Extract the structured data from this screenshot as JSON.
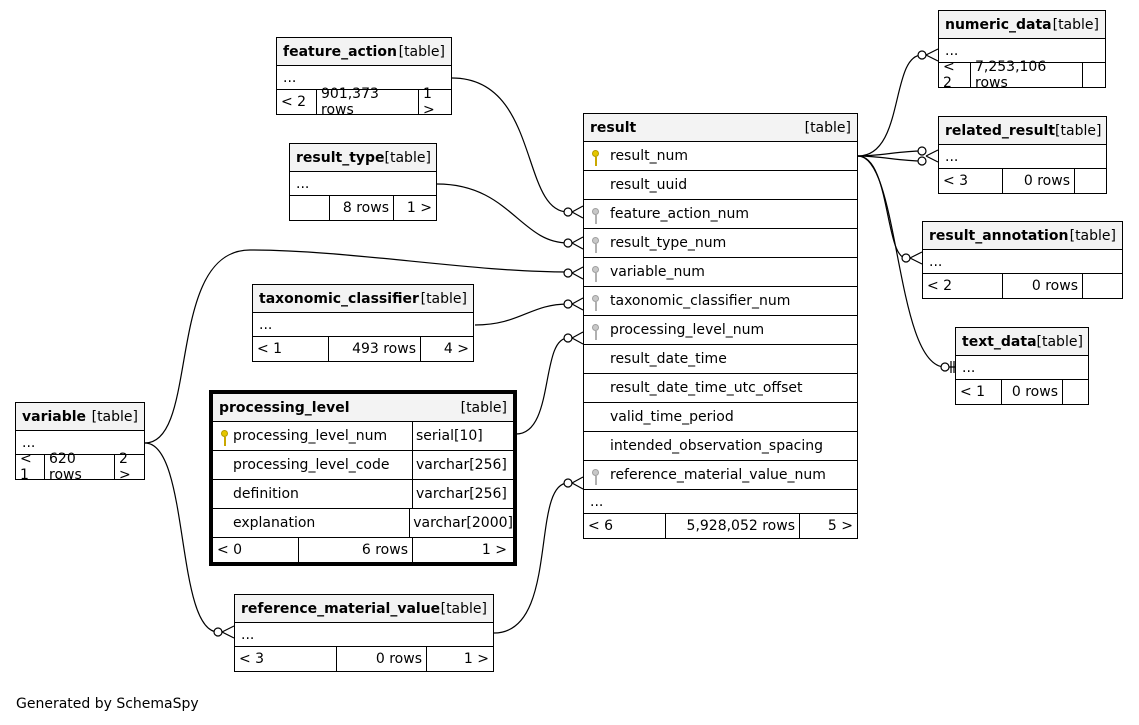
{
  "tables": {
    "feature_action": {
      "name": "feature_action",
      "kind": "[table]",
      "ellipsis": "...",
      "children": "< 2",
      "rows": "901,373 rows",
      "parents": "1 >"
    },
    "result_type": {
      "name": "result_type",
      "kind": "[table]",
      "ellipsis": "...",
      "children": "",
      "rows": "8 rows",
      "parents": "1 >"
    },
    "taxonomic_classifier": {
      "name": "taxonomic_classifier",
      "kind": "[table]",
      "ellipsis": "...",
      "children": "< 1",
      "rows": "493 rows",
      "parents": "4 >"
    },
    "variable": {
      "name": "variable",
      "kind": "[table]",
      "ellipsis": "...",
      "children": "< 1",
      "rows": "620 rows",
      "parents": "2 >"
    },
    "processing_level": {
      "name": "processing_level",
      "kind": "[table]",
      "columns": [
        {
          "name": "processing_level_num",
          "type": "serial[10]",
          "key": "pk"
        },
        {
          "name": "processing_level_code",
          "type": "varchar[256]",
          "key": ""
        },
        {
          "name": "definition",
          "type": "varchar[256]",
          "key": ""
        },
        {
          "name": "explanation",
          "type": "varchar[2000]",
          "key": ""
        }
      ],
      "children": "< 0",
      "rows": "6 rows",
      "parents": "1 >"
    },
    "reference_material_value": {
      "name": "reference_material_value",
      "kind": "[table]",
      "ellipsis": "...",
      "children": "< 3",
      "rows": "0 rows",
      "parents": "1 >"
    },
    "result": {
      "name": "result",
      "kind": "[table]",
      "columns": [
        {
          "name": "result_num",
          "key": "pk"
        },
        {
          "name": "result_uuid",
          "key": ""
        },
        {
          "name": "feature_action_num",
          "key": "fk"
        },
        {
          "name": "result_type_num",
          "key": "fk"
        },
        {
          "name": "variable_num",
          "key": "fk"
        },
        {
          "name": "taxonomic_classifier_num",
          "key": "fk"
        },
        {
          "name": "processing_level_num",
          "key": "fk"
        },
        {
          "name": "result_date_time",
          "key": ""
        },
        {
          "name": "result_date_time_utc_offset",
          "key": ""
        },
        {
          "name": "valid_time_period",
          "key": ""
        },
        {
          "name": "intended_observation_spacing",
          "key": ""
        },
        {
          "name": "reference_material_value_num",
          "key": "fk"
        }
      ],
      "ellipsis": "...",
      "children": "< 6",
      "rows": "5,928,052 rows",
      "parents": "5 >"
    },
    "numeric_data": {
      "name": "numeric_data",
      "kind": "[table]",
      "ellipsis": "...",
      "children": "< 2",
      "rows": "7,253,106 rows",
      "parents": ""
    },
    "related_result": {
      "name": "related_result",
      "kind": "[table]",
      "ellipsis": "...",
      "children": "< 3",
      "rows": "0 rows",
      "parents": ""
    },
    "result_annotation": {
      "name": "result_annotation",
      "kind": "[table]",
      "ellipsis": "...",
      "children": "< 2",
      "rows": "0 rows",
      "parents": ""
    },
    "text_data": {
      "name": "text_data",
      "kind": "[table]",
      "ellipsis": "...",
      "children": "< 1",
      "rows": "0 rows",
      "parents": ""
    }
  },
  "footer": "Generated by SchemaSpy"
}
